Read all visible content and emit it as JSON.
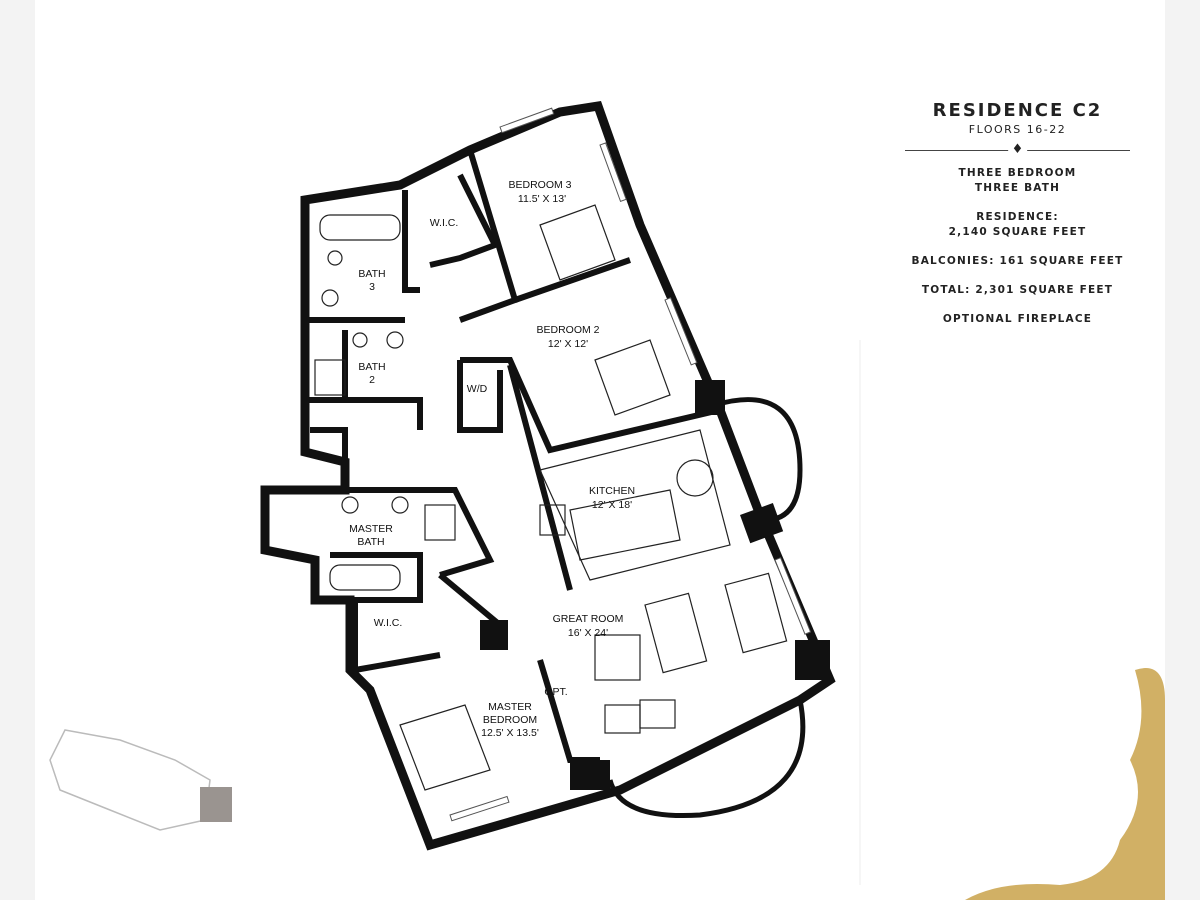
{
  "info": {
    "title": "RESIDENCE C2",
    "floors": "FLOORS 16-22",
    "bedrooms": "THREE BEDROOM",
    "baths": "THREE BATH",
    "residence_label": "RESIDENCE:",
    "residence_area": "2,140 SQUARE FEET",
    "balconies": "BALCONIES: 161 SQUARE FEET",
    "total": "TOTAL: 2,301 SQUARE FEET",
    "optional": "OPTIONAL FIREPLACE"
  },
  "rooms": {
    "bedroom3": {
      "name": "BEDROOM 3",
      "size": "11.5' X 13'"
    },
    "bedroom2": {
      "name": "BEDROOM 2",
      "size": "12' X 12'"
    },
    "kitchen": {
      "name": "KITCHEN",
      "size": "12' X 18'"
    },
    "great_room": {
      "name": "GREAT ROOM",
      "size": "16' X 24'"
    },
    "master_bedroom": {
      "name1": "MASTER",
      "name2": "BEDROOM",
      "size": "12.5' X 13.5'"
    },
    "master_bath": {
      "name1": "MASTER",
      "name2": "BATH"
    },
    "bath3": {
      "name1": "BATH",
      "name2": "3"
    },
    "bath2": {
      "name1": "BATH",
      "name2": "2"
    },
    "wic_top": "W.I.C.",
    "wic_master": "W.I.C.",
    "wd": "W/D",
    "opt": "OPT."
  },
  "colors": {
    "wall": "#111111",
    "gold": "#c9a24a",
    "keyplan": "#9a9490"
  }
}
